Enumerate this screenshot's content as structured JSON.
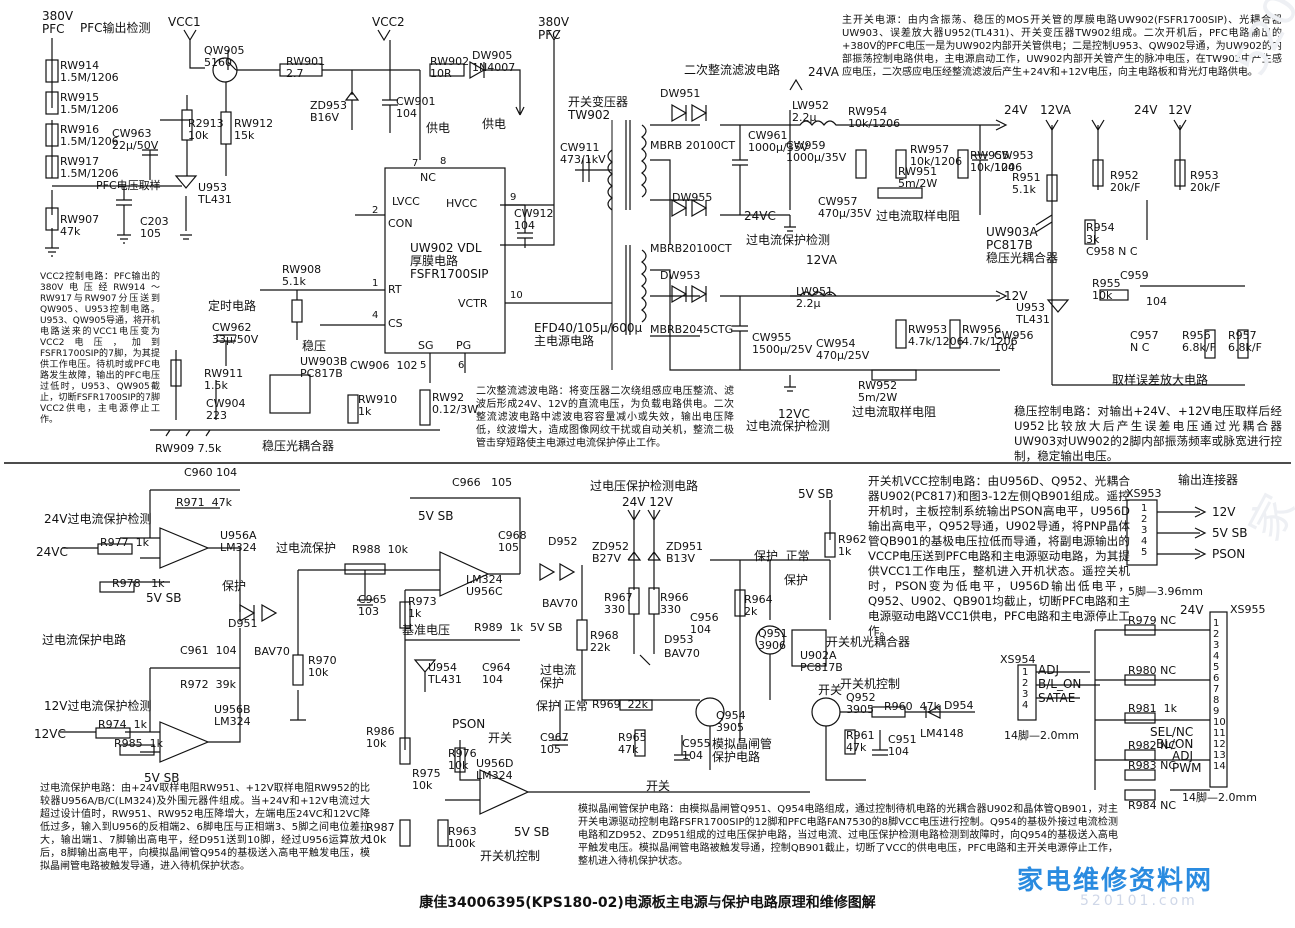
{
  "title": "康佳34006395(KPS180-02)电源板主电源与保护电路原理和维修图解",
  "watermark": {
    "site_cn": "家电维修资料网",
    "site_url": "520101.com",
    "faint_a": "家电维修资料网",
    "faint_b": "520101.com"
  },
  "colors": {
    "line": "#111111",
    "watermark": "#2a8be0"
  },
  "top_labels": {
    "pfc380_a": "380V\nPFC",
    "pfc_detect": "PFC输出检测",
    "vcc1": "VCC1",
    "vcc2": "VCC2",
    "pfc380_b": "380V\nPFC",
    "rw914": "RW914\n1.5M/1206",
    "rw915": "RW915\n1.5M/1206",
    "rw916": "RW916\n1.5M/1206",
    "rw917": "RW917\n1.5M/1206",
    "qw905": "QW905\n5160",
    "r2913": "R2913\n10k",
    "rw912": "RW912\n15k",
    "cw963": "CW963\n22μ/50V",
    "pfc_sample": "PFC电压取样",
    "u953": "U953\nTL431",
    "rw907": "RW907\n47k",
    "c203": "C203\n105",
    "rw901": "RW901\n2.7",
    "zd953": "ZD953\nB16V",
    "cw901": "CW901\n104",
    "supply1": "供电",
    "rw902": "RW902\n10R",
    "dw905": "DW905\n1N4007",
    "supply2": "供电",
    "uw902": "UW902 VDL\n厚膜电路\nFSFR1700SIP",
    "pin_lvcc": "LVCC",
    "pin_nc": "NC",
    "pin_hvcc": "HVCC",
    "pin_con": "CON",
    "pin_rt": "RT",
    "pin_cs": "CS",
    "pin_vctr": "VCTR",
    "pin_sg": "SG",
    "pin_pg": "PG",
    "p7": "7",
    "p8": "8",
    "p9": "9",
    "p2": "2",
    "p1": "1",
    "p4": "4",
    "p5": "5",
    "p6": "6",
    "p10": "10",
    "rw908": "RW908\n5.1k",
    "timer": "定时电路",
    "cw962": "CW962\n33μ/50V",
    "rw911": "RW911\n1.5k",
    "cw904": "CW904\n223",
    "rw909": "RW909 7.5k",
    "stab": "稳压",
    "uw903b": "UW903B\nPC817B",
    "opto_stab": "稳压光耦合器",
    "cw906": "CW906  102",
    "rw910": "RW910\n1k",
    "rw92": "RW92\n0.12/3W",
    "cw912": "CW912\n104",
    "cw911": "CW911\n473/1kV",
    "efd": "EFD40/105μ/600μ\n主电源电路",
    "tw902": "开关变压器\nTW902",
    "sec_filter": "二次整流滤波电路",
    "dw951": "DW951",
    "mbrb1": "MBRB 20100CT",
    "dw955": "DW955",
    "mbrb2": "MBRB20100CT",
    "dw953": "DW953",
    "mbrb3": "MBRB2045CTG",
    "v24va": "24VA",
    "lw952": "LW952\n2.2μ",
    "rw954": "RW954\n10k/1206",
    "out24v": "24V",
    "cw961": "CW961\n1000μ/35V",
    "cw959": "CW959\n1000μ/35V",
    "rw957": "RW957\n10k/1206",
    "rw955": "RW955\n10k/1206",
    "cw953": "CW953\n104",
    "rw951": "RW951\n5m/2W",
    "cw957": "CW957\n470μ/35V",
    "v24vc": "24VC",
    "ocp24_det": "过电流保护检测",
    "oc_sample1": "过电流取样电阻",
    "v12va": "12VA",
    "lw951": "LW951\n2.2μ",
    "out12v": "12V",
    "cw955": "CW955\n1500μ/25V",
    "cw954": "CW954\n470μ/25V",
    "rw953": "RW953\n4.7k/1206",
    "rw956": "RW956\n4.7k/1206",
    "cw956": "CW956\n104",
    "rw952": "RW952\n5m/2W",
    "v12vc": "12VC",
    "ocp12_det": "过电流保护检测",
    "oc_sample2": "过电流取样电阻",
    "n12va": "12VA",
    "n24v": "24V",
    "n12v": "12V",
    "r951": "R951\n5.1k",
    "r952": "R952\n20k/F",
    "r953": "R953\n20k/F",
    "r954": "R954\n3k",
    "uw903a": "UW903A\nPC817B\n稳压光耦合器",
    "c958": "C958 N C",
    "c959": "C959",
    "r955": "R955\n10k",
    "c959v": "104",
    "u953b": "U953\nTL431",
    "c957": "C957\nN C",
    "r956": "R956\n6.8k/F",
    "r957": "R957\n6.8k/F",
    "err_amp": "取样误差放大电路"
  },
  "notes": {
    "main_power": "主开关电源：由内含振荡、稳压的MOS开关管的厚膜电路UW902(FSFR1700SIP)、光耦合器UW903、误差放大器U952(TL431)、开关变压器TW902组成。二次开机后，PFC电路输出的+380V的PFC电压一是为UW902内部开关管供电；二是控制U953、QW902导通，为UW902的内部振荡控制电路供电，主电源启动工作，UW902内部开关管产生的脉冲电压，在TW902中产生感应电压，二次感应电压经整流滤波后产生+24V和+12V电压，向主电路板和背光灯电路供电。",
    "vcc2_ctrl": "VCC2控制电路：PFC输出的380V电压经RW914～RW917与RW907分压送到QW905、U953控制电路。U953、QW905导通，将开机电路送来的VCC1电压变为VCC2电压，加到FSFR1700SIP的7脚，为其提供工作电压。待机时或PFC电路发生故障，输出的PFC电压过低时，U953、QW905截止，切断FSFR1700SIP的7脚VCC2供电，主电源停止工作。",
    "sec_rect": "二次整流滤波电路：将变压器二次绕组感应电压整流、滤波后形成24V、12V的直流电压，为负载电路供电。二次整流滤波电路中滤波电容容量减小或失效，输出电压降低，纹波增大，造成图像网纹干扰或自动关机，整流二极管击穿短路使主电源过电流保护停止工作。",
    "stab_ctrl": "稳压控制电路：对输出+24V、+12V电压取样后经U952比较放大后产生误差电压通过光耦合器UW903对UW902的2脚内部振荡频率或脉宽进行控制，稳定输出电压。",
    "ocp": "过电流保护电路：由+24V取样电阻RW951、+12V取样电阻RW952的比较器U956A/B/C(LM324)及外围元器件组成。当+24V和+12V电流过大超过设计值时，RW951、RW952电压降增大，左端电压24VC和12VC降低过多，输入到U956的反相端2、6脚电压与正相端3、5脚之间电位差拉大，输出端1、7脚输出高电平，经D951送到10脚，经过U956运算放大后，8脚输出高电平，向模拟晶闸管Q954的基极送入高电平触发电压，模拟晶闸管电路被触发导通，进入待机保护状态。",
    "vcc_ctrl": "开关机VCC控制电路：由U956D、Q952、光耦合器U902(PC817)和图3-12左侧QB901组成。遥控开机时，主板控制系统输出PSON高电平，U956D输出高电平，Q952导通，U902导通，将PNP晶体管QB901的基极电压拉低而导通，将副电源输出的VCCP电压送到PFC电路和主电源驱动电路，为其提供VCC1工作电压，整机进入开机状态。遥控关机时，PSON变为低电平，U956D输出低电平，Q952、U902、QB901均截止，切断PFC电路和主电源驱动电路VCC1供电，PFC电路和主电源停止工作。",
    "scr": "模拟晶闸管保护电路：由模拟晶闸管Q951、Q954电路组成，通过控制待机电路的光耦合器U902和晶体管QB901，对主开关电源驱动控制电路FSFR1700SIP的12脚和PFC电路FAN7530的8脚VCC电压进行控制。Q954的基极外接过电流检测电路和ZD952、ZD951组成的过电压保护电路，当过电流、过电压保护检测电路检测到故障时，向Q954的基极送入高电平触发电压。模拟晶闸管电路被触发导通，控制QB901截止，切断了VCC的供电电压，PFC电路和主开关电源停止工作，整机进入待机保护状态。"
  },
  "bottom_labels": {
    "c960": "C960 104",
    "r971": "R971  47k",
    "ocp24": "24V过电流保护检测",
    "u956a": "U956A\nLM324",
    "r977": "R977  1k",
    "in24vc": "24VC",
    "r978": "R978   1k",
    "sb5a": "5V SB",
    "prot1": "保护",
    "d951": "D951",
    "bav70a": "BAV70",
    "ocp_ckt": "过电流保护电路",
    "c961": "C961  104",
    "r972": "R972  39k",
    "ocp12": "12V过电流保护检测",
    "u956b": "U956B\nLM324",
    "r974": "R974  1k",
    "in12vc": "12VC",
    "r985": "R985  1k",
    "sb5b": "5V SB",
    "ocp_lbl": "过电流保护",
    "r988": "R988  10k",
    "c966": "C966   105",
    "sb5c": "5V SB",
    "c968": "C968\n105",
    "u956c": "LM324\nU956C",
    "c965": "C965\n103",
    "r973": "R973\n1k",
    "ref_v": "基准电压",
    "r989": "R989  1k  5V SB",
    "u954": "U954\nTL431",
    "c964": "C964\n104",
    "r970": "R970\n10k",
    "r986": "R986\n10k",
    "r987": "R987\n10k",
    "pson": "PSON",
    "kaiguan1": "开关",
    "r976": "R976\n10k",
    "r975": "R975\n10k",
    "u956d": "U956D\nLM324",
    "r963": "R963\n100k",
    "sb5d": "5V SB",
    "onoff_ctrl": "开关机控制",
    "kaiguan2": "开关",
    "ovp": "过电压保护检测电路",
    "v24v12v": "24V 12V",
    "zd952": "ZD952\nB27V",
    "zd951": "ZD951\nB13V",
    "d952": "D952",
    "bav70b": "BAV70",
    "r967": "R967\n330",
    "r966": "R966\n330",
    "r968": "R968\n22k",
    "d953": "D953",
    "bav70c": "BAV70",
    "r964": "R964\n2k",
    "c956": "C956\n104",
    "ocp_prot": "过电流\n保护",
    "prot_norm": "保护 正常",
    "r969": "R969  22k",
    "c967": "C967\n105",
    "r965": "R965\n47k",
    "c955": "C955\n104",
    "q954": "Q954\n3905",
    "scr_lbl": "模拟晶闸管\n保护电路",
    "sb5e": "5V SB",
    "r962": "R962\n1k",
    "prot_norm2": "保护  正常",
    "prot2": "保护",
    "q951": "Q951\n3906",
    "opto_onoff": "开关机光耦合器",
    "u902a": "U902A\nPC817B",
    "kaiguan3": "开关",
    "onoff_ctrl2": "开关机控制",
    "q952": "Q952\n3905",
    "r960": "R960  47k",
    "d954": "D954",
    "r961": "R961\n47k",
    "c951": "C951\n104",
    "lm4148": "LM4148",
    "out_conn": "输出连接器",
    "xs953": "XS953",
    "o12v": "12V",
    "o5vsb": "5V SB",
    "opson": "PSON",
    "pitch5": "5脚—3.96mm",
    "x24v": "24V",
    "xs955": "XS955",
    "r979": "R979 NC",
    "r980": "R980 NC",
    "r981": "R981  1k",
    "r982": "R982 NC",
    "r983": "R983 NC",
    "r984": "R984 NC",
    "xs954": "XS954",
    "adj": "ADJ",
    "blon": "B/L_ON",
    "satae": "SATAE",
    "pitch14a": "14脚—2.0mm",
    "pitch14b": "14脚—2.0mm",
    "selnc": "SEL/NC",
    "blon2": "BL/ON",
    "adj2": "ADJ",
    "pwm": "PWM",
    "xnums": "1\n2\n3\n4\n5\n6\n7\n8\n9\n10\n11\n12\n13\n14",
    "snums": "1\n2\n3\n4\n5",
    "anums": "1\n2\n3\n4"
  }
}
